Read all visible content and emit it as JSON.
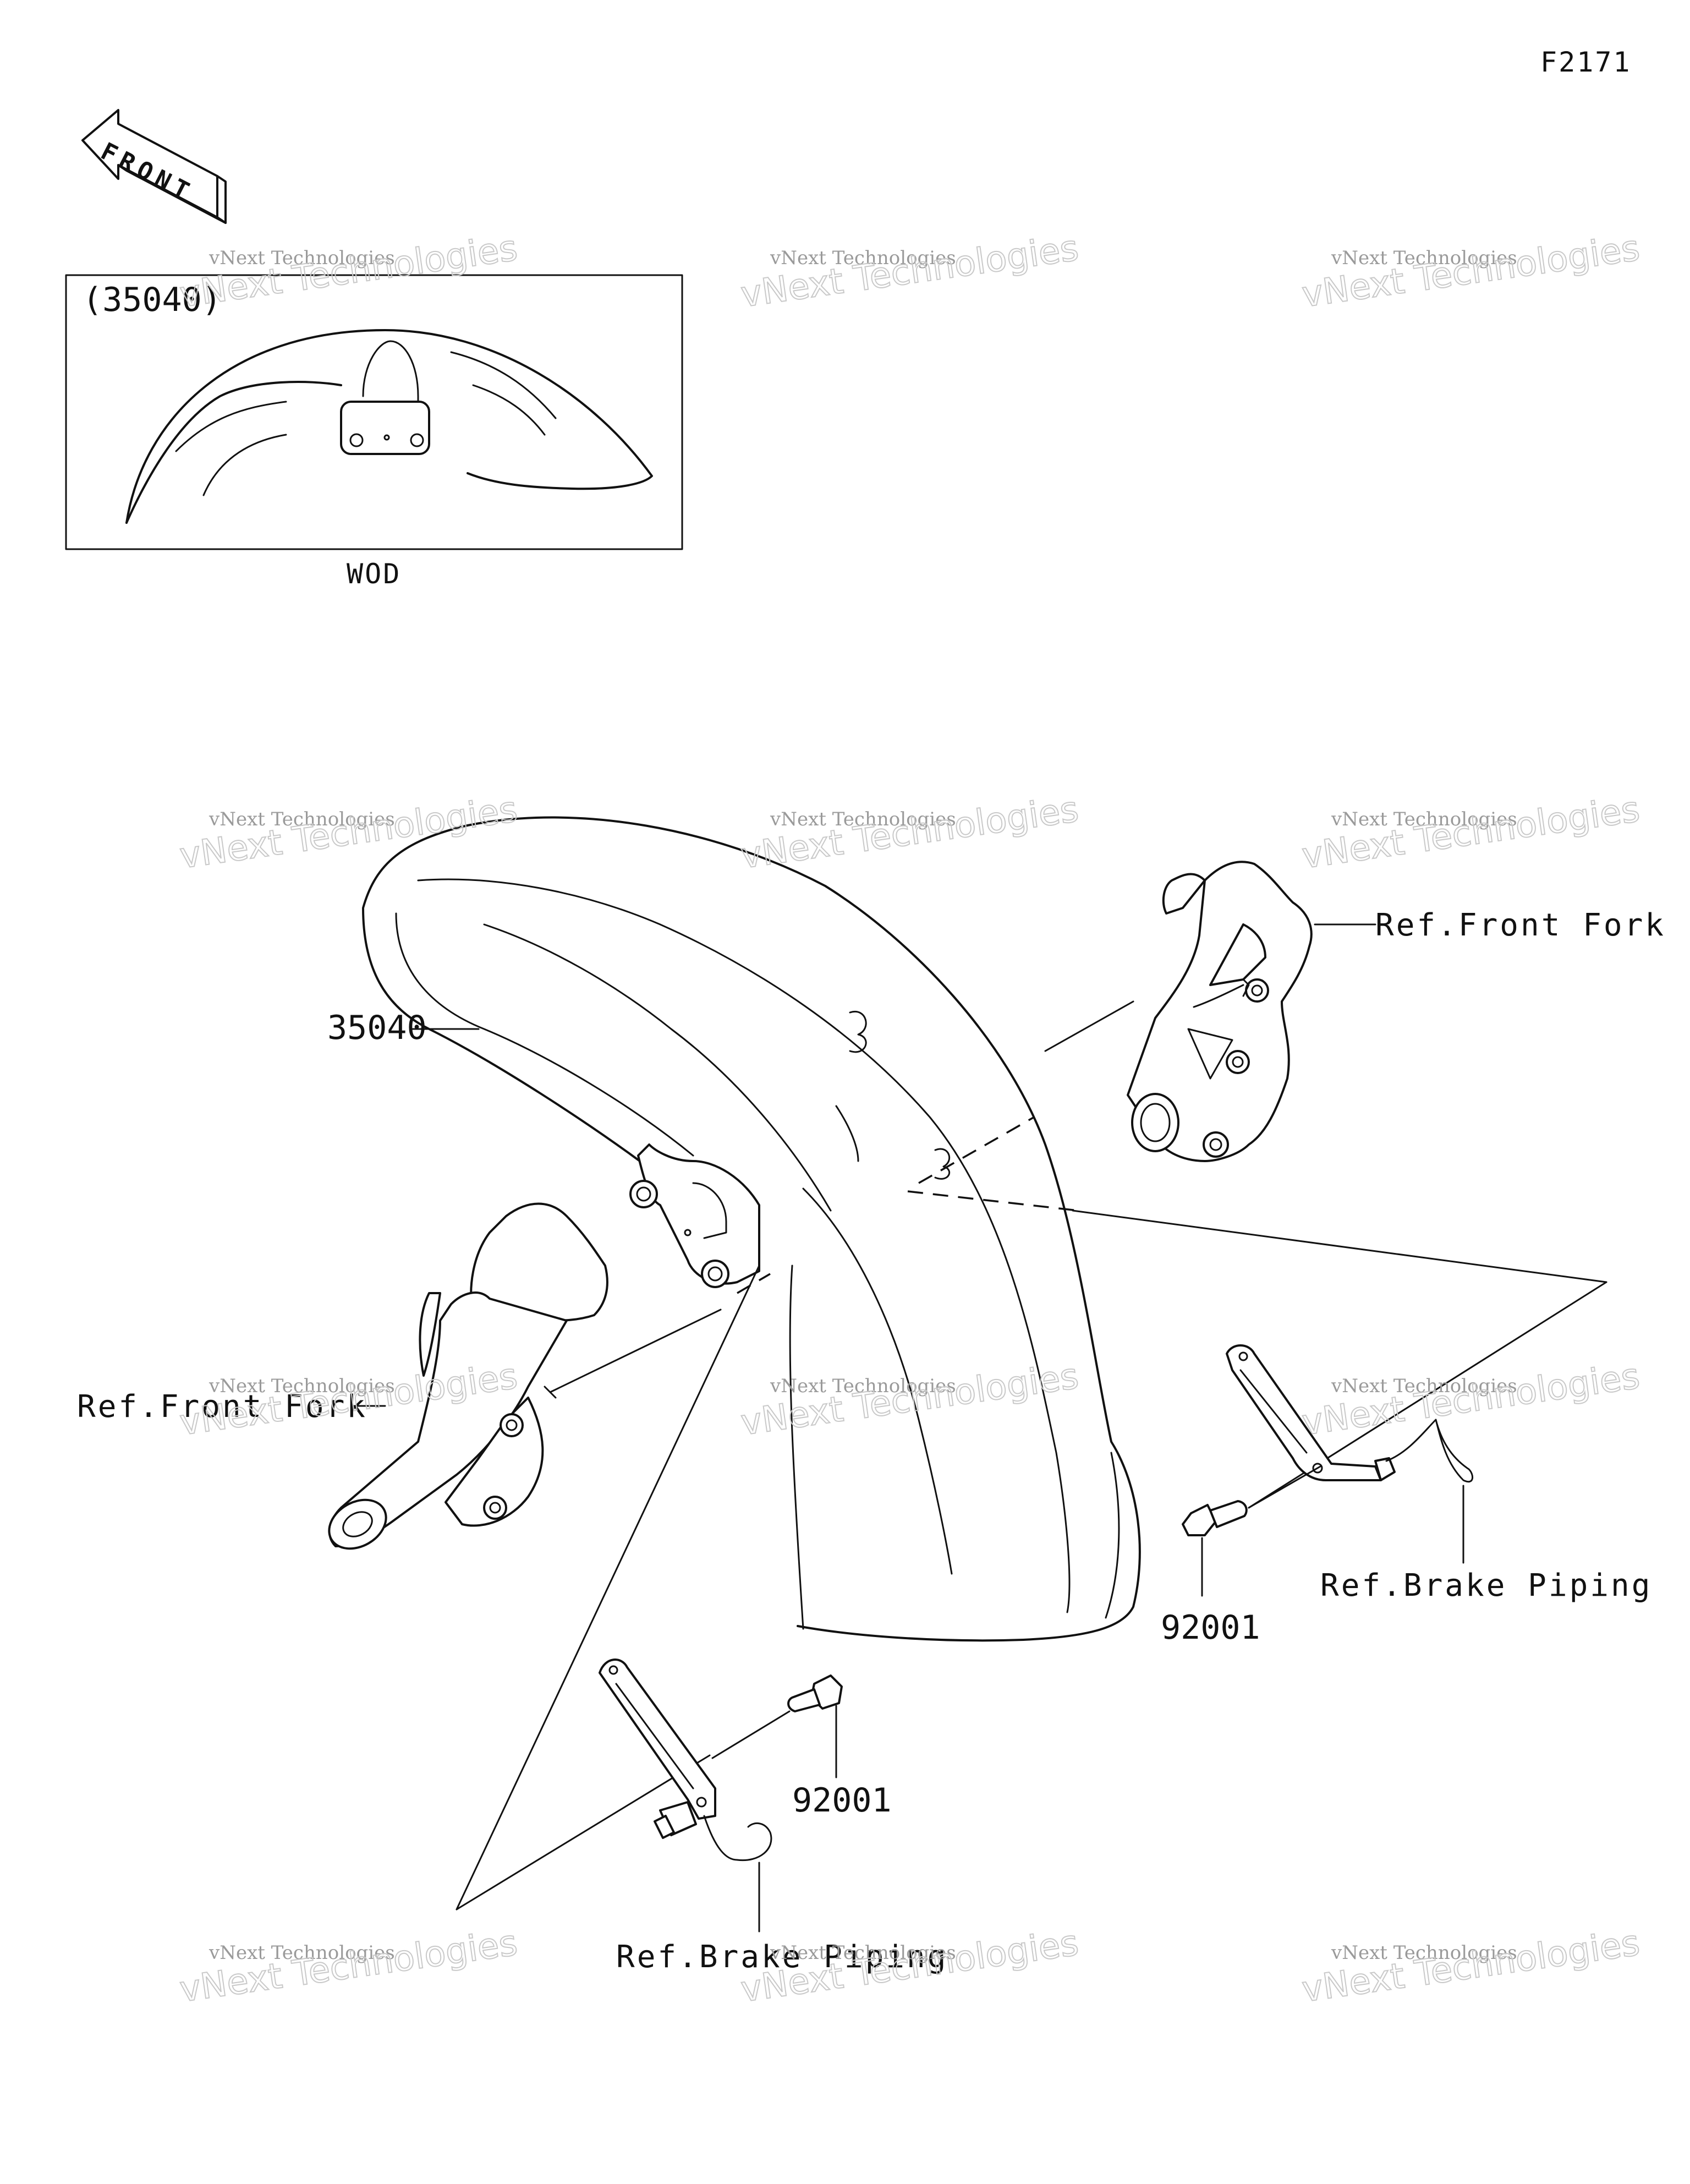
{
  "diagram_code": "F2171",
  "front_arrow": {
    "label": "FRONT",
    "icon": "front-direction-arrow-icon"
  },
  "inset": {
    "part_number": "(35040)",
    "caption": "WOD"
  },
  "parts": [
    {
      "number": "35040",
      "name": "front-fender"
    },
    {
      "number": "92001",
      "name": "bolt-right"
    },
    {
      "number": "92001",
      "name": "bolt-lower"
    }
  ],
  "references": [
    "Ref.Front Fork",
    "Ref.Front Fork",
    "Ref.Brake Piping",
    "Ref.Brake Piping"
  ],
  "watermark": {
    "line1": "vNext Technologies",
    "line2": "vNext Technologies"
  }
}
